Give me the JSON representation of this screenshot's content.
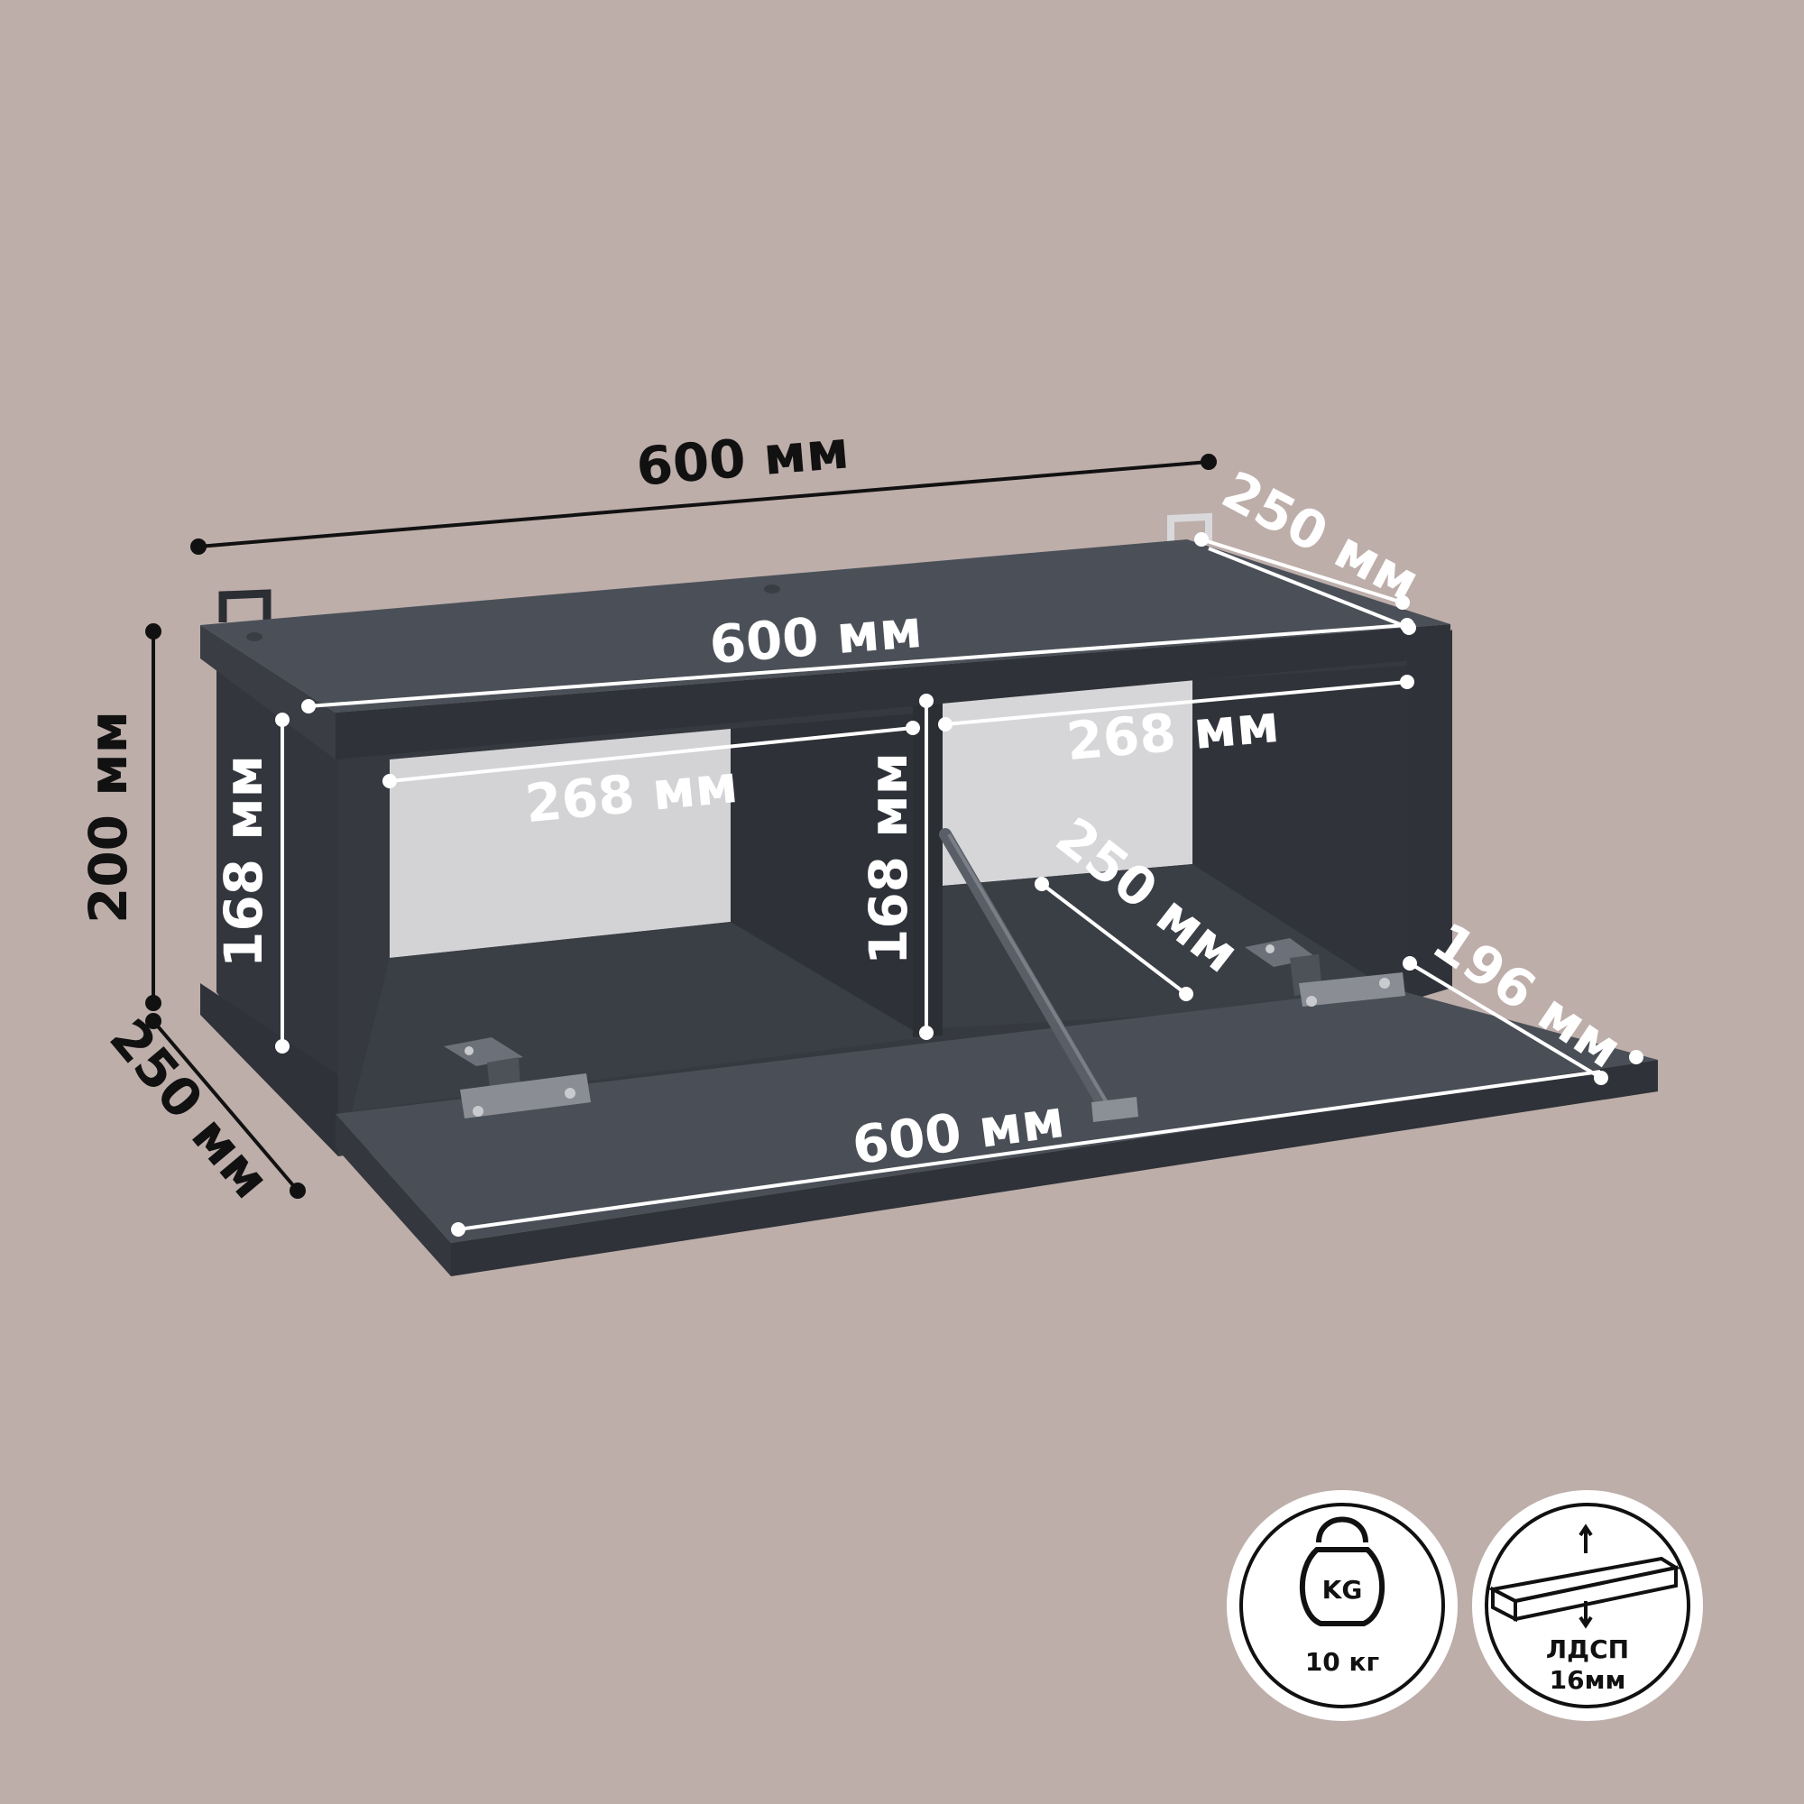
{
  "colors": {
    "background": "#bdaeaa",
    "cabinet_body": "#3c4047",
    "cabinet_top": "#454a52",
    "cabinet_edge": "#2f3238",
    "cabinet_inner": "#363a40",
    "back_panel": "#d3d3d6",
    "dimension_dark": "#111111",
    "dimension_light": "#ffffff",
    "badge_fill": "#ffffff"
  },
  "dimensions": {
    "overall_width": "600 мм",
    "overall_depth": "250 мм",
    "overall_height": "200 мм",
    "front_depth": "250 мм",
    "top_width": "600 мм",
    "left_niche_width": "268 мм",
    "right_niche_width": "268 мм",
    "left_niche_height": "168 мм",
    "center_niche_height": "168 мм",
    "inner_depth": "250 мм",
    "door_depth": "196 мм",
    "door_width": "600 мм"
  },
  "badges": {
    "weight": {
      "icon": "kettlebell-icon",
      "icon_label": "KG",
      "value": "10 кг"
    },
    "material": {
      "icon": "board-thickness-icon",
      "line1": "ЛДСП",
      "line2": "16мм"
    }
  }
}
